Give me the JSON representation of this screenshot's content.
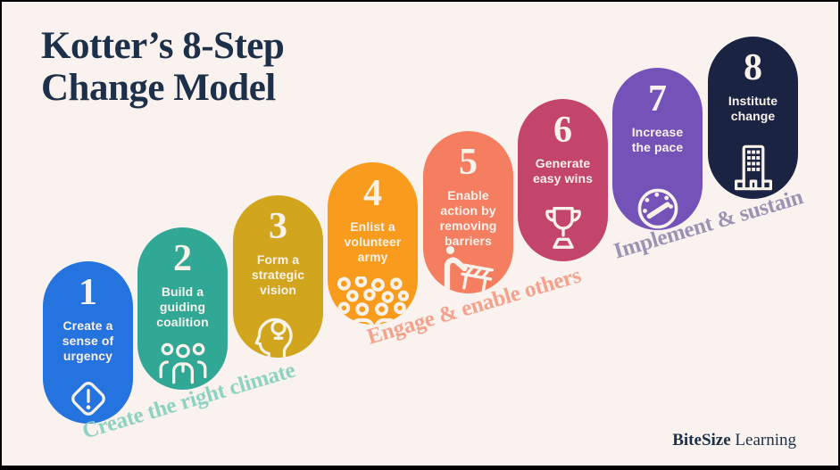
{
  "title": "Kotter’s 8-Step\nChange Model",
  "steps": [
    {
      "number": "1",
      "label": "Create a\nsense of\nurgency",
      "color": "#2473DE",
      "icon": "warning-diamond-icon"
    },
    {
      "number": "2",
      "label": "Build a\nguiding\ncoalition",
      "color": "#31A795",
      "icon": "team-icon"
    },
    {
      "number": "3",
      "label": "Form a\nstrategic\nvision",
      "color": "#D1A51D",
      "icon": "head-lightbulb-icon"
    },
    {
      "number": "4",
      "label": "Enlist a\nvolunteer\narmy",
      "color": "#F99C1D",
      "icon": "crowd-icon"
    },
    {
      "number": "5",
      "label": "Enable\naction by\nremoving\nbarriers",
      "color": "#F57E61",
      "icon": "remove-barrier-icon"
    },
    {
      "number": "6",
      "label": "Generate\neasy wins",
      "color": "#C4456B",
      "icon": "trophy-icon"
    },
    {
      "number": "7",
      "label": "Increase\nthe pace",
      "color": "#7452B7",
      "icon": "speedometer-icon"
    },
    {
      "number": "8",
      "label": "Institute\nchange",
      "color": "#1A2342",
      "icon": "building-icon"
    }
  ],
  "phases": [
    {
      "label": "Create the right climate",
      "color": "#8ED3C2"
    },
    {
      "label": "Engage & enable others",
      "color": "#F5A28D"
    },
    {
      "label": "Implement & sustain",
      "color": "#9A93B4"
    }
  ],
  "footer": {
    "brand_bold": "BiteSize",
    "brand_regular": "Learning"
  },
  "colors": {
    "background": "#F9F2EE",
    "title": "#1D3049",
    "icon_stroke": "#F8F2EB"
  }
}
